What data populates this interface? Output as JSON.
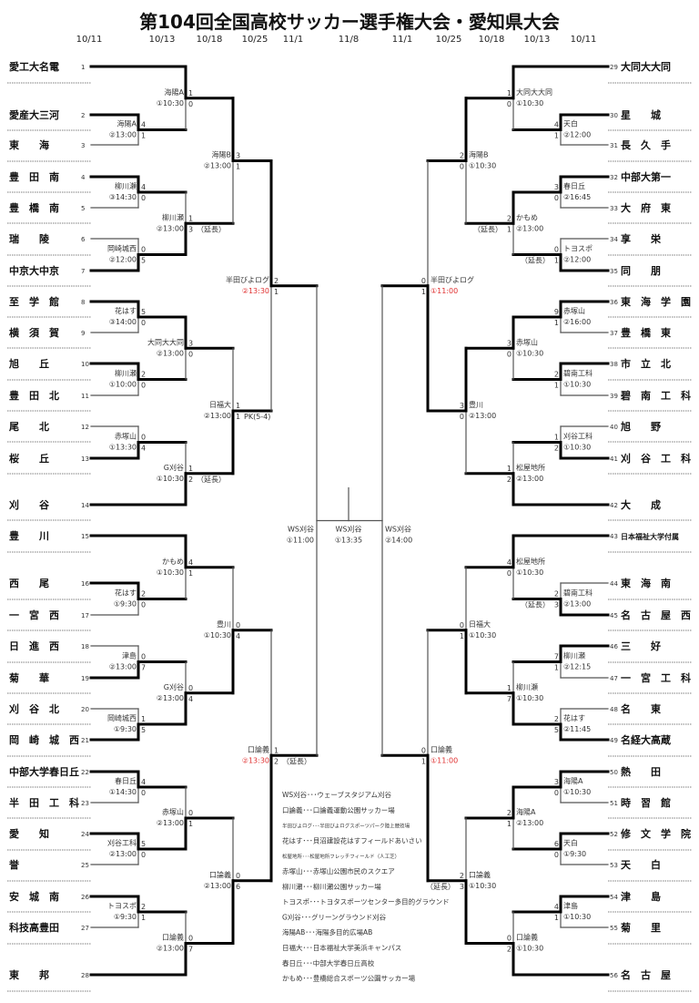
{
  "title": "第104回全国高校サッカー選手権大会・愛知県大会",
  "dates": {
    "left": [
      "10/11",
      "10/13",
      "10/18",
      "10/25",
      "11/1"
    ],
    "final": "11/8",
    "right": [
      "11/1",
      "10/25",
      "10/18",
      "10/13",
      "10/11"
    ]
  },
  "teams_left": [
    {
      "seed": 1,
      "name": "愛工大名電"
    },
    {
      "seed": 2,
      "name": "愛産大三河"
    },
    {
      "seed": 3,
      "name": "東　　海"
    },
    {
      "seed": 4,
      "name": "豊　田　南"
    },
    {
      "seed": 5,
      "name": "豊　橋　南"
    },
    {
      "seed": 6,
      "name": "瑞　　陵"
    },
    {
      "seed": 7,
      "name": "中京大中京"
    },
    {
      "seed": 8,
      "name": "至　学　館"
    },
    {
      "seed": 9,
      "name": "横　須　賀"
    },
    {
      "seed": 10,
      "name": "旭　　丘"
    },
    {
      "seed": 11,
      "name": "豊　田　北"
    },
    {
      "seed": 12,
      "name": "尾　　北"
    },
    {
      "seed": 13,
      "name": "桜　　丘"
    },
    {
      "seed": 14,
      "name": "刈　　谷"
    },
    {
      "seed": 15,
      "name": "豊　　川"
    },
    {
      "seed": 16,
      "name": "西　　尾"
    },
    {
      "seed": 17,
      "name": "一　宮　西"
    },
    {
      "seed": 18,
      "name": "日　進　西"
    },
    {
      "seed": 19,
      "name": "菊　　華"
    },
    {
      "seed": 20,
      "name": "刈　谷　北"
    },
    {
      "seed": 21,
      "name": "岡　崎　城　西"
    },
    {
      "seed": 22,
      "name": "中部大学春日丘"
    },
    {
      "seed": 23,
      "name": "半　田　工　科"
    },
    {
      "seed": 24,
      "name": "愛　　知"
    },
    {
      "seed": 25,
      "name": "誉"
    },
    {
      "seed": 26,
      "name": "安　城　南"
    },
    {
      "seed": 27,
      "name": "科技高豊田"
    },
    {
      "seed": 28,
      "name": "東　　邦"
    }
  ],
  "teams_right": [
    {
      "seed": 29,
      "name": "大同大大同"
    },
    {
      "seed": 30,
      "name": "星　　城"
    },
    {
      "seed": 31,
      "name": "長　久　手"
    },
    {
      "seed": 32,
      "name": "中部大第一"
    },
    {
      "seed": 33,
      "name": "大　府　東"
    },
    {
      "seed": 34,
      "name": "享　　栄"
    },
    {
      "seed": 35,
      "name": "同　　朋"
    },
    {
      "seed": 36,
      "name": "東　海　学　園"
    },
    {
      "seed": 37,
      "name": "豊　橋　東"
    },
    {
      "seed": 38,
      "name": "市　立　北"
    },
    {
      "seed": 39,
      "name": "碧　南　工　科"
    },
    {
      "seed": 40,
      "name": "旭　　野"
    },
    {
      "seed": 41,
      "name": "刈　谷　工　科"
    },
    {
      "seed": 42,
      "name": "大　　成"
    },
    {
      "seed": 43,
      "name": "日本福祉大学付属"
    },
    {
      "seed": 44,
      "name": "東　海　南"
    },
    {
      "seed": 45,
      "name": "名　古　屋　西"
    },
    {
      "seed": 46,
      "name": "三　　好"
    },
    {
      "seed": 47,
      "name": "一　宮　工　科"
    },
    {
      "seed": 48,
      "name": "名　　東"
    },
    {
      "seed": 49,
      "name": "名経大高蔵"
    },
    {
      "seed": 50,
      "name": "熱　　田"
    },
    {
      "seed": 51,
      "name": "時　習　館"
    },
    {
      "seed": 52,
      "name": "修　文　学　院"
    },
    {
      "seed": 53,
      "name": "天　　白"
    },
    {
      "seed": 54,
      "name": "津　　島"
    },
    {
      "seed": 55,
      "name": "菊　　里"
    },
    {
      "seed": 56,
      "name": "名　古　屋"
    }
  ],
  "matches_left": [
    {
      "id": "L1a",
      "venue": "海陽A",
      "time": "②13:00",
      "scores": [
        "4",
        "1"
      ],
      "winner": 0
    },
    {
      "id": "L1b",
      "venue": "柳川瀬",
      "time": "③14:30",
      "scores": [
        "4",
        "0"
      ],
      "winner": 0
    },
    {
      "id": "L1c",
      "venue": "岡崎城西",
      "time": "②12:00",
      "scores": [
        "0",
        "5"
      ],
      "winner": 1
    },
    {
      "id": "L1d",
      "venue": "花はす",
      "time": "③14:00",
      "scores": [
        "5",
        "0"
      ],
      "winner": 0
    },
    {
      "id": "L1e",
      "venue": "柳川瀬",
      "time": "①10:00",
      "scores": [
        "2",
        "0"
      ],
      "winner": 0
    },
    {
      "id": "L1f",
      "venue": "赤塚山",
      "time": "①13:30",
      "scores": [
        "0",
        "4"
      ],
      "winner": 1
    },
    {
      "id": "L1g",
      "venue": "花はす",
      "time": "①9:30",
      "scores": [
        "2",
        "0"
      ],
      "winner": 0
    },
    {
      "id": "L1h",
      "venue": "津島",
      "time": "②13:00",
      "scores": [
        "0",
        "7"
      ],
      "winner": 1
    },
    {
      "id": "L1i",
      "venue": "岡崎城西",
      "time": "①9:30",
      "scores": [
        "1",
        "5"
      ],
      "winner": 1
    },
    {
      "id": "L1j",
      "venue": "春日丘",
      "time": "①14:30",
      "scores": [
        "4",
        "0"
      ],
      "winner": 0
    },
    {
      "id": "L1k",
      "venue": "刈谷工科",
      "time": "②13:00",
      "scores": [
        "5",
        "0"
      ],
      "winner": 0
    },
    {
      "id": "L1l",
      "venue": "トヨスポ",
      "time": "①9:30",
      "scores": [
        "2",
        "1"
      ],
      "winner": 0
    },
    {
      "id": "L2a",
      "venue": "海陽A",
      "time": "①10:30",
      "scores": [
        "1",
        "0"
      ],
      "winner": 0
    },
    {
      "id": "L2b",
      "venue": "柳川瀬",
      "time": "②13:00",
      "scores": [
        "1",
        "3"
      ],
      "winner": 1,
      "note": "（延長）"
    },
    {
      "id": "L2c",
      "venue": "大同大大同",
      "time": "②13:00",
      "scores": [
        "3",
        "0"
      ],
      "winner": 0
    },
    {
      "id": "L2d",
      "venue": "G刈谷",
      "time": "①10:30",
      "scores": [
        "1",
        "2"
      ],
      "winner": 1,
      "note": "（延長）"
    },
    {
      "id": "L2e",
      "venue": "かもめ",
      "time": "①10:30",
      "scores": [
        "4",
        "1"
      ],
      "winner": 0
    },
    {
      "id": "L2f",
      "venue": "G刈谷",
      "time": "②13:00",
      "scores": [
        "0",
        "4"
      ],
      "winner": 1
    },
    {
      "id": "L2g",
      "venue": "赤塚山",
      "time": "②13:00",
      "scores": [
        "0",
        "1"
      ],
      "winner": 1
    },
    {
      "id": "L2h",
      "venue": "口論義",
      "time": "②13:00",
      "scores": [
        "0",
        "7"
      ],
      "winner": 1
    },
    {
      "id": "L3a",
      "venue": "海陽B",
      "time": "②13:00",
      "scores": [
        "3",
        "1"
      ],
      "winner": 0
    },
    {
      "id": "L3b",
      "venue": "日福大",
      "time": "②13:00",
      "scores": [
        "1",
        "1"
      ],
      "winner": 1,
      "note": "PK(5-4)"
    },
    {
      "id": "L3c",
      "venue": "豊川",
      "time": "①10:30",
      "scores": [
        "0",
        "4"
      ],
      "winner": 1
    },
    {
      "id": "L3d",
      "venue": "口論義",
      "time": "②13:00",
      "scores": [
        "0",
        "6"
      ],
      "winner": 1
    },
    {
      "id": "L4a",
      "venue": "半田びよログ",
      "time": "②13:30",
      "time_red": true,
      "scores": [
        "2",
        "1"
      ],
      "winner": 0
    },
    {
      "id": "L4b",
      "venue": "口論義",
      "time": "②13:30",
      "time_red": true,
      "scores": [
        "1",
        "2"
      ],
      "winner": 1,
      "note": "（延長）"
    },
    {
      "id": "L5",
      "venue": "WS刈谷",
      "time": "①11:00"
    }
  ],
  "matches_right": [
    {
      "id": "R1a",
      "venue": "天白",
      "time": "②12:00",
      "scores": [
        "4",
        "1"
      ],
      "winner": 0
    },
    {
      "id": "R1b",
      "venue": "春日丘",
      "time": "②16:45",
      "scores": [
        "3",
        "0"
      ],
      "winner": 0
    },
    {
      "id": "R1c",
      "venue": "トヨスポ",
      "time": "②12:00",
      "scores": [
        "0",
        "1"
      ],
      "winner": 1,
      "note": "（延長）"
    },
    {
      "id": "R1d",
      "venue": "赤塚山",
      "time": "②16:00",
      "scores": [
        "9",
        "1"
      ],
      "winner": 0
    },
    {
      "id": "R1e",
      "venue": "碧南工科",
      "time": "①10:30",
      "scores": [
        "2",
        "1"
      ],
      "winner": 0
    },
    {
      "id": "R1f",
      "venue": "刈谷工科",
      "time": "①10:30",
      "scores": [
        "1",
        "2"
      ],
      "winner": 1
    },
    {
      "id": "R1g",
      "venue": "碧南工科",
      "time": "②13:00",
      "scores": [
        "2",
        "3"
      ],
      "winner": 1,
      "note": "（延長）"
    },
    {
      "id": "R1h",
      "venue": "柳川瀬",
      "time": "②12:15",
      "scores": [
        "7",
        "1"
      ],
      "winner": 0
    },
    {
      "id": "R1i",
      "venue": "花はす",
      "time": "②11:45",
      "scores": [
        "2",
        "5"
      ],
      "winner": 1
    },
    {
      "id": "R1j",
      "venue": "海陽A",
      "time": "①10:30",
      "scores": [
        "3",
        "0"
      ],
      "winner": 0
    },
    {
      "id": "R1k",
      "venue": "天白",
      "time": "①9:30",
      "scores": [
        "6",
        "0"
      ],
      "winner": 0
    },
    {
      "id": "R1l",
      "venue": "津島",
      "time": "①10:30",
      "scores": [
        "4",
        "1"
      ],
      "winner": 0
    },
    {
      "id": "R2a",
      "venue": "大同大大同",
      "time": "①10:30",
      "scores": [
        "1",
        "0"
      ],
      "winner": 0
    },
    {
      "id": "R2b",
      "venue": "かもめ",
      "time": "②13:00",
      "scores": [
        "2",
        "1"
      ],
      "winner": 0,
      "note": "（延長）"
    },
    {
      "id": "R2c",
      "venue": "赤塚山",
      "time": "①10:30",
      "scores": [
        "3",
        "0"
      ],
      "winner": 0
    },
    {
      "id": "R2d",
      "venue": "松屋地所",
      "time": "②13:00",
      "scores": [
        "1",
        "2"
      ],
      "winner": 1
    },
    {
      "id": "R2e",
      "venue": "松屋地所",
      "time": "①10:30",
      "scores": [
        "4",
        "0"
      ],
      "winner": 0
    },
    {
      "id": "R2f",
      "venue": "柳川瀬",
      "time": "①10:30",
      "scores": [
        "1",
        "7"
      ],
      "winner": 1
    },
    {
      "id": "R2g",
      "venue": "海陽A",
      "time": "②13:00",
      "scores": [
        "2",
        "1"
      ],
      "winner": 0
    },
    {
      "id": "R2h",
      "venue": "口論義",
      "time": "①10:30",
      "scores": [
        "0",
        "2"
      ],
      "winner": 1
    },
    {
      "id": "R3a",
      "venue": "海陽B",
      "time": "①10:30",
      "scores": [
        "2",
        "0"
      ],
      "winner": 0
    },
    {
      "id": "R3b",
      "venue": "豊川",
      "time": "②13:00",
      "scores": [
        "3",
        "0"
      ],
      "winner": 0
    },
    {
      "id": "R3c",
      "venue": "日福大",
      "time": "①10:30",
      "scores": [
        "0",
        "1"
      ],
      "winner": 1
    },
    {
      "id": "R3d",
      "venue": "口論義",
      "time": "①10:30",
      "scores": [
        "2",
        "3"
      ],
      "winner": 1,
      "note": "（延長）"
    },
    {
      "id": "R4a",
      "venue": "半田びよログ",
      "time": "①11:00",
      "time_red": true,
      "scores": [
        "0",
        "1"
      ],
      "winner": 1
    },
    {
      "id": "R4b",
      "venue": "口論義",
      "time": "①11:00",
      "time_red": true,
      "scores": [
        "0",
        "1"
      ],
      "winner": 1
    },
    {
      "id": "R5",
      "venue": "WS刈谷",
      "time": "②14:00"
    }
  ],
  "final": {
    "venue": "WS刈谷",
    "time": "①13:35"
  },
  "legend": [
    {
      "text": "WS刈谷･･･ウェーブスタジアム刈谷",
      "small": false
    },
    {
      "text": "口論義･･･口論義運動公園サッカー場",
      "small": false
    },
    {
      "text": "半田びよログ･･･半田びよログスポーツパーク陸上競技場",
      "small": true
    },
    {
      "text": "花はす･･･貝沼建設花はすフィールドあいさい",
      "small": false
    },
    {
      "text": "松屋地所･･･松屋地所フレッチフィールド（人工芝）",
      "small": true
    },
    {
      "text": "赤塚山･･･赤塚山公園市民のスクエア",
      "small": false
    },
    {
      "text": "柳川瀬･･･柳川瀬公園サッカー場",
      "small": false
    },
    {
      "text": "トヨスポ･･･トヨタスポーツセンター多目的グラウンド",
      "small": false
    },
    {
      "text": "G刈谷･･･グリーングラウンド刈谷",
      "small": false
    },
    {
      "text": "海陽AB･･･海陽多目的広場AB",
      "small": false
    },
    {
      "text": "日福大･･･日本福祉大学美浜キャンパス",
      "small": false
    },
    {
      "text": "春日丘･･･中部大学春日丘高校",
      "small": false
    },
    {
      "text": "かもめ･･･豊橋総合スポーツ公園サッカー場",
      "small": false
    }
  ]
}
